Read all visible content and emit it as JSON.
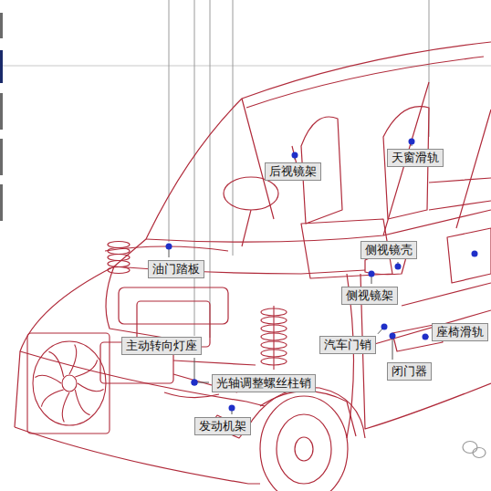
{
  "diagram": {
    "nodes": [
      {
        "text": [
          "天窗滑轨"
        ]
      },
      {
        "text": [
          "后视镜架"
        ]
      },
      {
        "text": [
          "侧视镜壳"
        ]
      },
      {
        "text": [
          "油门踏板"
        ]
      },
      {
        "text": [
          "侧视镜架"
        ]
      },
      {
        "text": [
          "座椅滑轨"
        ]
      },
      {
        "text": [
          "主动转向灯座"
        ]
      },
      {
        "text": [
          "汽车门销"
        ]
      },
      {
        "text": [
          "闭门器"
        ]
      },
      {
        "text": [
          "光轴调整螺丝柱销"
        ]
      },
      {
        "text": [
          "发动机架"
        ]
      }
    ]
  }
}
